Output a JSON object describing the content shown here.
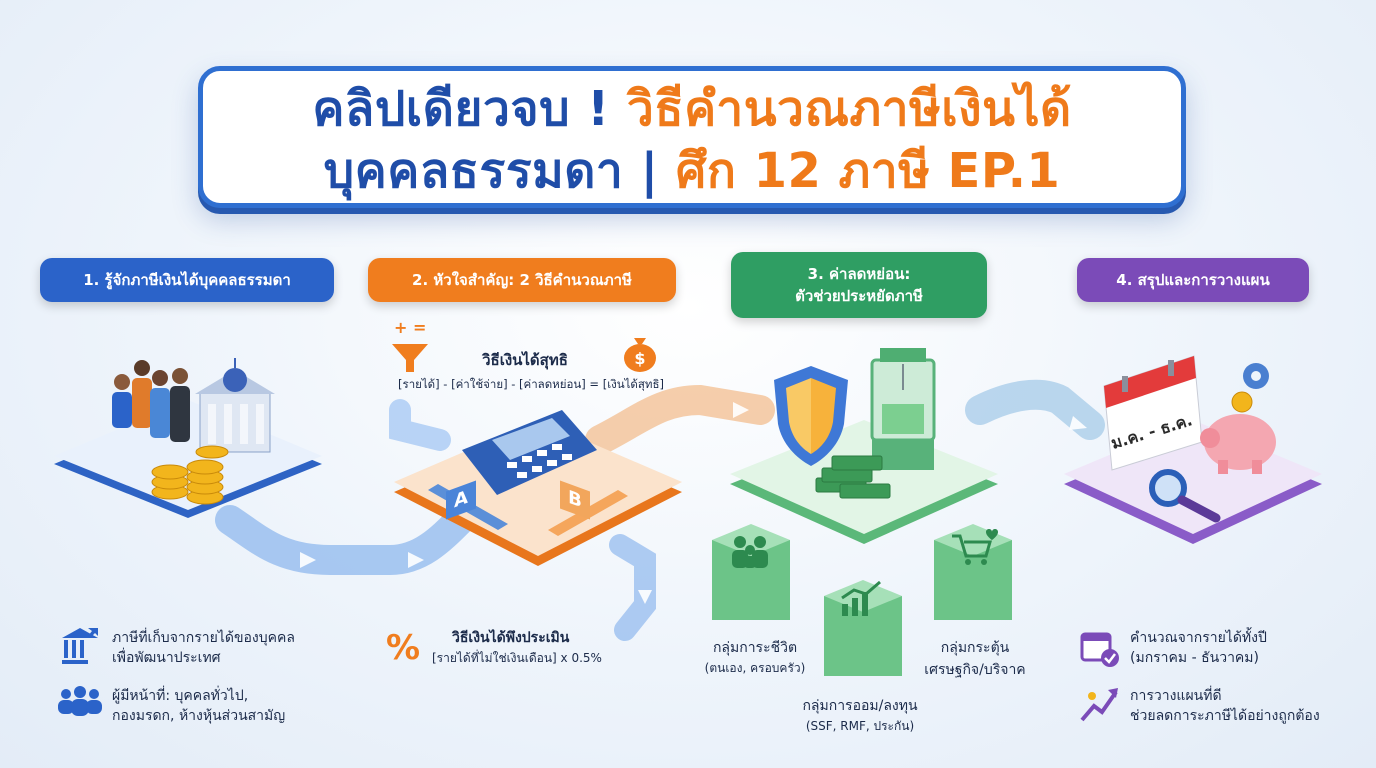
{
  "title": {
    "line1_part1": "คลิปเดียวจบ ! ",
    "line1_part2": "วิธีคำนวณภาษีเงินได้",
    "line2_part1": "บุคคลธรรมดา | ",
    "line2_part2": "ศึก 12 ภาษี EP.1"
  },
  "sections": [
    {
      "label": "1. รู้จักภาษีเงินได้บุคคลธรรมดา",
      "color": "#2b63c9"
    },
    {
      "label": "2. หัวใจสำคัญ: 2 วิธีคำนวณภาษี",
      "color": "#f07d1e"
    },
    {
      "label_line1": "3. ค่าลดหย่อน:",
      "label_line2": "ตัวช่วยประหยัดภาษี",
      "color": "#2f9e63"
    },
    {
      "label": "4. สรุปและการวางแผน",
      "color": "#7b4bb8"
    }
  ],
  "method_net": {
    "title": "วิธีเงินได้สุทธิ",
    "formula": "[รายได้] - [ค่าใช้จ่าย] - [ค่าลดหย่อน] = [เงินได้สุทธิ]",
    "plus_equals": "+ ="
  },
  "method_gross": {
    "title": "วิธีเงินได้พึงประเมิน",
    "formula": "[รายได้ที่ไม่ใช่เงินเดือน] x 0.5%",
    "icon_text": "%"
  },
  "calculator": {
    "label_a": "A",
    "label_b": "B"
  },
  "calendar_text": "ม.ค. - ธ.ค.",
  "section1_notes": [
    {
      "text_line1": "ภาษีที่เก็บจากรายได้ของบุคคล",
      "text_line2": "เพื่อพัฒนาประเทศ",
      "icon": "bank-growth-icon"
    },
    {
      "text_line1": "ผู้มีหน้าที่: บุคคลทั่วไป,",
      "text_line2": "กองมรดก, ห้างหุ้นส่วนสามัญ",
      "icon": "people-group-icon"
    }
  ],
  "deduction_groups": [
    {
      "line1": "กลุ่มการะชีวิต",
      "line2": "(ตนเอง, ครอบครัว)",
      "icon": "family-icon"
    },
    {
      "line1": "กลุ่มการออม/ลงทุน",
      "line2": "(SSF, RMF, ประกัน)",
      "icon": "growth-chart-icon"
    },
    {
      "line1": "กลุ่มกระตุ้น",
      "line2": "เศรษฐกิจ/บริจาค",
      "icon": "cart-heart-icon"
    }
  ],
  "section4_notes": [
    {
      "text_line1": "คำนวณจากรายได้ทั้งปี",
      "text_line2": "(มกราคม - ธันวาคม)",
      "icon": "calendar-check-icon"
    },
    {
      "text_line1": "การวางแผนที่ดี",
      "text_line2": "ช่วยลดการะภาษีได้อย่างถูกต้อง",
      "icon": "rising-arrow-icon"
    }
  ],
  "colors": {
    "blue": "#2b63c9",
    "orange": "#f07d1e",
    "green": "#2f9e63",
    "purple": "#7b4bb8",
    "title_orange": "#ef7a1a",
    "title_blue": "#1f4da8"
  }
}
